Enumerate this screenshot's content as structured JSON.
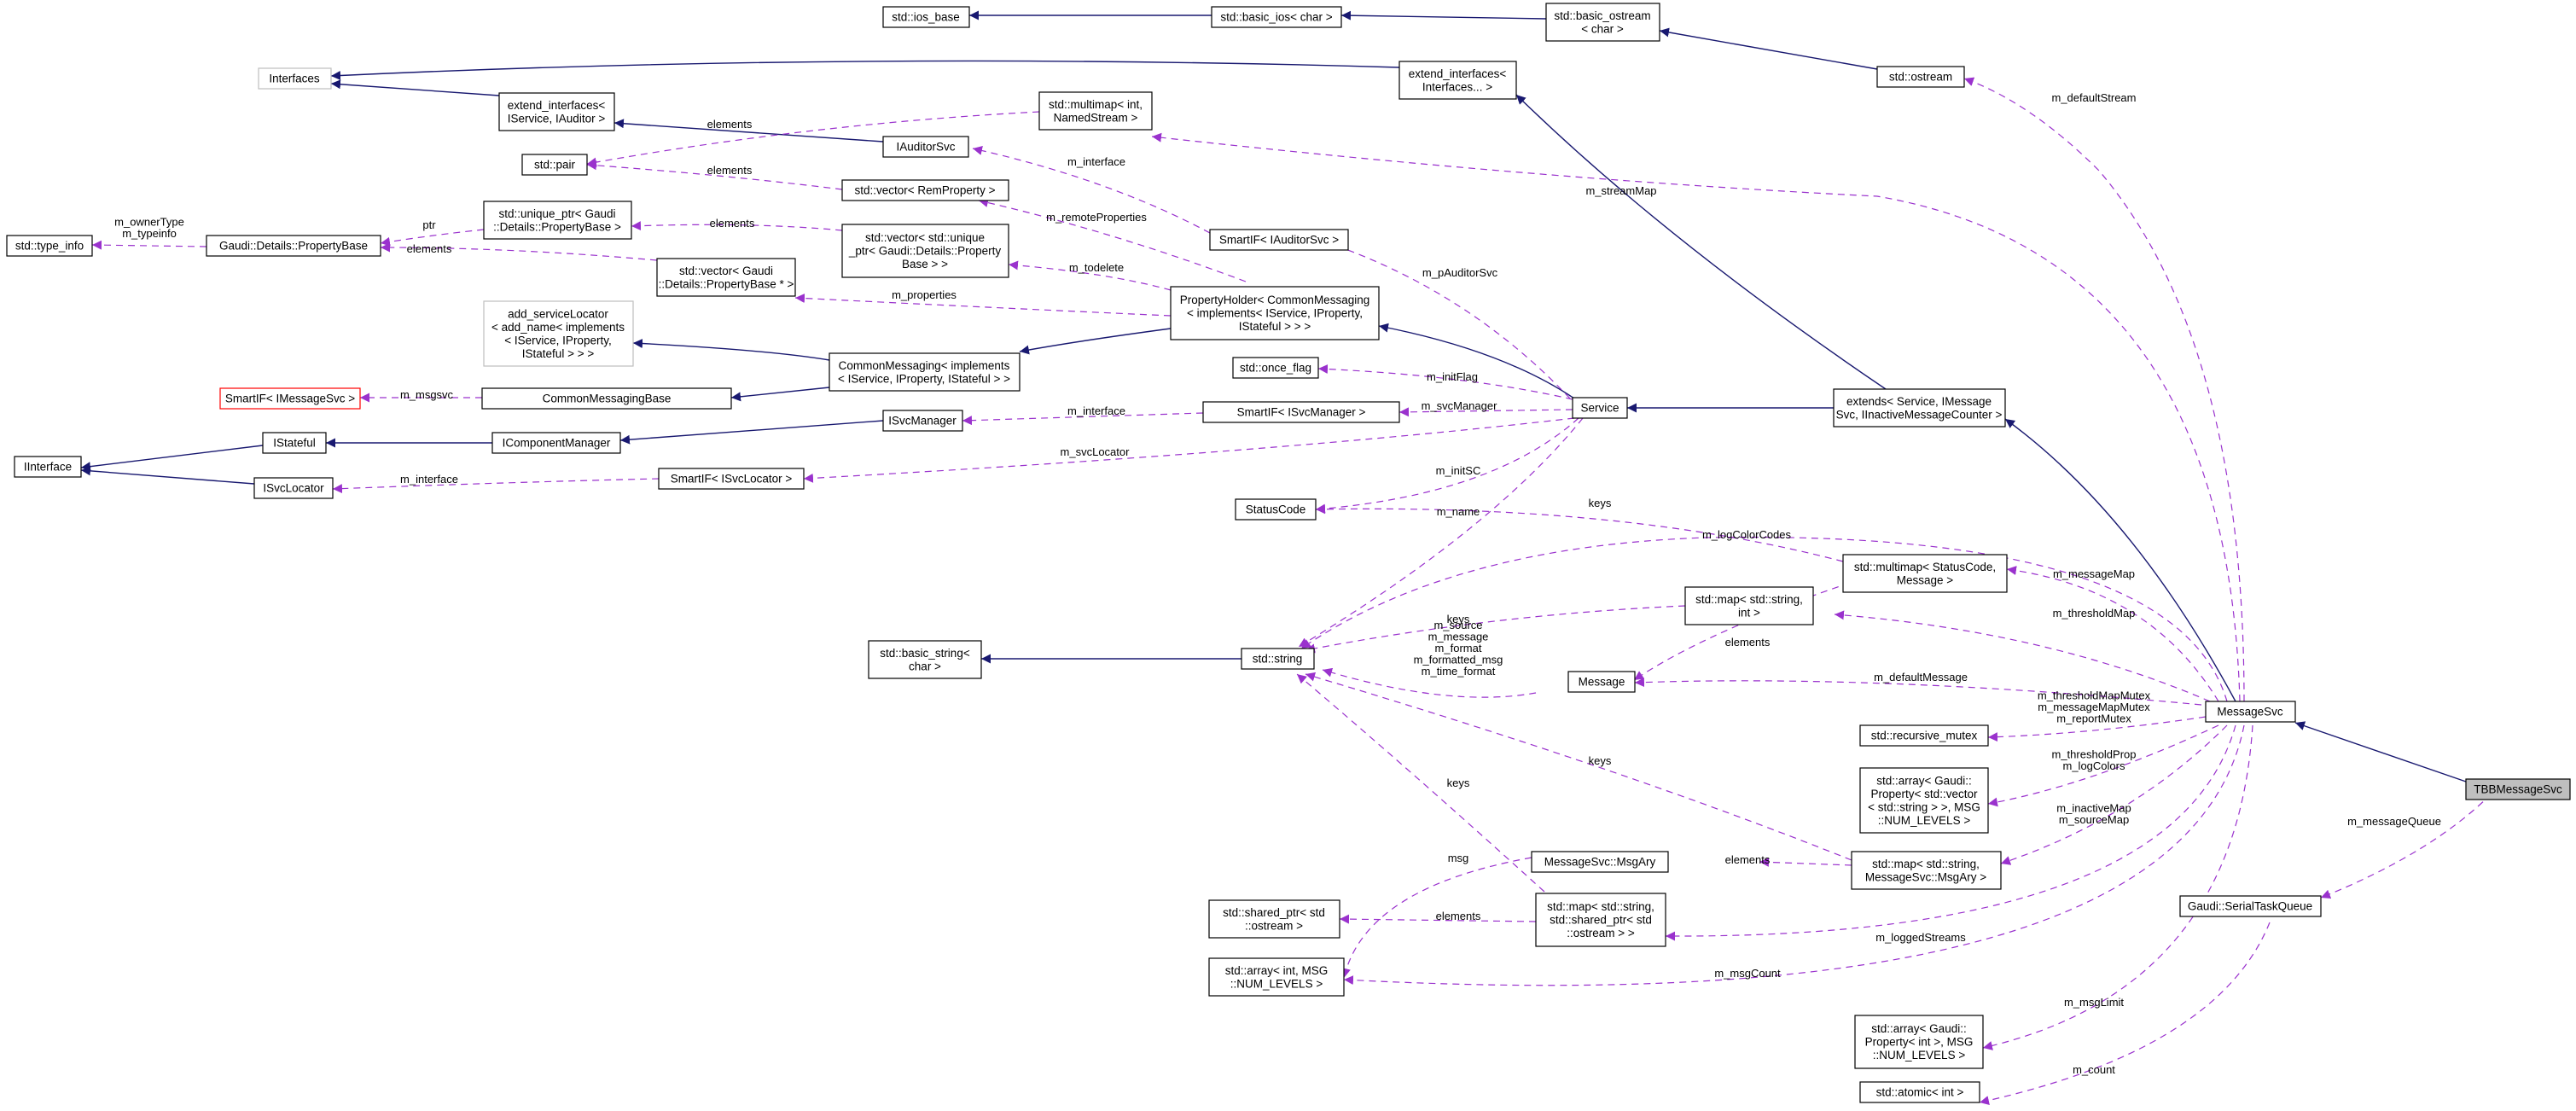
{
  "diagram": {
    "colors": {
      "inheritance": "#191970",
      "usage": "#9a32cd",
      "focus_fill": "#bfbfbf",
      "undocumented_border": "#bfbfbf",
      "external_border": "#ff0000"
    },
    "nodes": {
      "ios_base": [
        "std::ios_base"
      ],
      "basic_ios": [
        "std::basic_ios< char >"
      ],
      "basic_ostream": [
        "std::basic_ostream",
        "< char >"
      ],
      "interfaces": [
        "Interfaces"
      ],
      "extend_if_auditor": [
        "extend_interfaces<",
        "IService, IAuditor >"
      ],
      "std_pair": [
        "std::pair"
      ],
      "multimap_named": [
        "std::multimap< int,",
        "NamedStream >"
      ],
      "iauditorsvc": [
        "IAuditorSvc"
      ],
      "extend_if_dots": [
        "extend_interfaces<",
        "Interfaces... >"
      ],
      "std_ostream": [
        "std::ostream"
      ],
      "vec_remprop": [
        "std::vector< RemProperty >"
      ],
      "type_info": [
        "std::type_info"
      ],
      "prop_base": [
        "Gaudi::Details::PropertyBase"
      ],
      "unique_ptr_pb": [
        "std::unique_ptr< Gaudi",
        "::Details::PropertyBase >"
      ],
      "vec_unique": [
        "std::vector< std::unique",
        "_ptr< Gaudi::Details::Property",
        "Base > >"
      ],
      "smartif_auditor": [
        "SmartIF< IAuditorSvc >"
      ],
      "vec_pb_ptr": [
        "std::vector< Gaudi",
        "::Details::PropertyBase * >"
      ],
      "propholder": [
        "PropertyHolder< CommonMessaging",
        "< implements< IService, IProperty,",
        "IStateful > > >"
      ],
      "add_svcloc": [
        "add_serviceLocator",
        "< add_name< implements",
        "< IService, IProperty,",
        "IStateful > > >"
      ],
      "commonmsg": [
        "CommonMessaging< implements",
        "< IService, IProperty, IStateful > >"
      ],
      "once_flag": [
        "std::once_flag"
      ],
      "smartif_msgsvc": [
        "SmartIF< IMessageSvc >"
      ],
      "commonmsgbase": [
        "CommonMessagingBase"
      ],
      "isvcmanager": [
        "ISvcManager"
      ],
      "smartif_svcmgr": [
        "SmartIF< ISvcManager >"
      ],
      "service": [
        "Service"
      ],
      "extends_svc": [
        "extends< Service, IMessage",
        "Svc, IInactiveMessageCounter >"
      ],
      "istateful": [
        "IStateful"
      ],
      "icompmgr": [
        "IComponentManager"
      ],
      "iinterface": [
        "IInterface"
      ],
      "isvclocator": [
        "ISvcLocator"
      ],
      "smartif_svcloc": [
        "SmartIF< ISvcLocator >"
      ],
      "statuscode": [
        "StatusCode"
      ],
      "multimap_sc": [
        "std::multimap< StatusCode,",
        "Message >"
      ],
      "map_string_int": [
        "std::map< std::string,",
        "int >"
      ],
      "basic_string": [
        "std::basic_string<",
        "char >"
      ],
      "std_string": [
        "std::string"
      ],
      "message": [
        "Message"
      ],
      "messagesvc": [
        "MessageSvc"
      ],
      "rec_mutex": [
        "std::recursive_mutex"
      ],
      "array_prop_vec": [
        "std::array< Gaudi::",
        "Property< std::vector",
        "< std::string > >, MSG",
        "::NUM_LEVELS >"
      ],
      "tbbmessagesvc": [
        "TBBMessageSvc"
      ],
      "msgary": [
        "MessageSvc::MsgAry"
      ],
      "map_msgary": [
        "std::map< std::string,",
        "MessageSvc::MsgAry >"
      ],
      "serialtaskqueue": [
        "Gaudi::SerialTaskQueue"
      ],
      "shared_ptr_os": [
        "std::shared_ptr< std",
        "::ostream >"
      ],
      "map_shared": [
        "std::map< std::string,",
        "std::shared_ptr< std",
        "::ostream > >"
      ],
      "array_int": [
        "std::array< int, MSG",
        "::NUM_LEVELS >"
      ],
      "array_prop_int": [
        "std::array< Gaudi::",
        "Property< int >, MSG",
        "::NUM_LEVELS >"
      ],
      "atomic_int": [
        "std::atomic< int >"
      ]
    },
    "edge_labels": {
      "elements_1": [
        "elements"
      ],
      "elements_2": [
        "elements"
      ],
      "elements_3": [
        "elements"
      ],
      "elements_4": [
        "elements"
      ],
      "m_interface_1": [
        "m_interface"
      ],
      "m_remoteProperties": [
        "m_remoteProperties"
      ],
      "ptr": [
        "ptr"
      ],
      "m_ownerType": [
        "m_ownerType",
        "m_typeinfo"
      ],
      "m_todelete": [
        "m_todelete"
      ],
      "m_properties": [
        "m_properties"
      ],
      "m_streamMap": [
        "m_streamMap"
      ],
      "m_defaultStream": [
        "m_defaultStream"
      ],
      "m_pAuditorSvc": [
        "m_pAuditorSvc"
      ],
      "m_msgsvc": [
        "m_msgsvc"
      ],
      "m_initFlag": [
        "m_initFlag"
      ],
      "m_interface_2": [
        "m_interface"
      ],
      "m_svcManager": [
        "m_svcManager"
      ],
      "m_svcLocator": [
        "m_svcLocator"
      ],
      "m_interface_3": [
        "m_interface"
      ],
      "m_initSC": [
        "m_initSC"
      ],
      "keys_1": [
        "keys"
      ],
      "m_name": [
        "m_name"
      ],
      "m_logColorCodes": [
        "m_logColorCodes"
      ],
      "m_messageMap": [
        "m_messageMap"
      ],
      "keys_2": [
        "keys"
      ],
      "elements_5": [
        "elements"
      ],
      "m_thresholdMap": [
        "m_thresholdMap"
      ],
      "m_source": [
        "m_source",
        "m_message",
        "m_format",
        "m_formatted_msg",
        "m_time_format"
      ],
      "m_defaultMessage": [
        "m_defaultMessage"
      ],
      "mutexes": [
        "m_thresholdMapMutex",
        "m_messageMapMutex",
        "m_reportMutex"
      ],
      "m_thresholdProp": [
        "m_thresholdProp",
        "m_logColors"
      ],
      "keys_3": [
        "keys"
      ],
      "m_inactiveMap": [
        "m_inactiveMap",
        "m_sourceMap"
      ],
      "keys_4": [
        "keys"
      ],
      "m_messageQueue": [
        "m_messageQueue"
      ],
      "msg": [
        "msg"
      ],
      "elements_6": [
        "elements"
      ],
      "elements_7": [
        "elements"
      ],
      "m_loggedStreams": [
        "m_loggedStreams"
      ],
      "m_msgCount": [
        "m_msgCount"
      ],
      "m_msgLimit": [
        "m_msgLimit"
      ],
      "m_count": [
        "m_count"
      ]
    }
  }
}
